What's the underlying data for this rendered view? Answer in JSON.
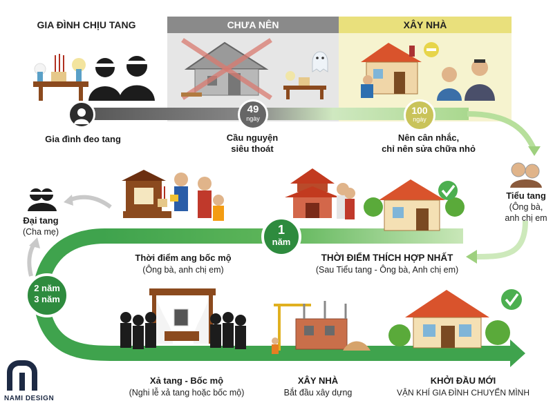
{
  "colors": {
    "green": "#3fa34d",
    "dark_green": "#2e7d32",
    "gray_band": "#e6e6e6",
    "gray_dark": "#7a7a7a",
    "yellow_band": "#f6f3cf",
    "red_roof": "#d9532c"
  },
  "header": {
    "col1": "GIA ĐÌNH CHỊU TANG",
    "col2": "CHƯA NÊN",
    "col3": "XÂY NHÀ"
  },
  "milestones": {
    "m49_num": "49",
    "m49_unit": "ngày",
    "m100_num": "100",
    "m100_unit": "ngày",
    "year1_num": "1",
    "year1_unit": "năm",
    "year23_a": "2 năm",
    "year23_b": "3 năm"
  },
  "labels": {
    "family_mourning": "Gia đình đeo tang",
    "pray_1": "Cầu nguyện",
    "pray_2": "siêu thoát",
    "consider_1": "Nên cân nhắc,",
    "consider_2": "chỉ nên sửa chữa nhỏ",
    "tieu_tang": "Tiểu tang",
    "tieu_tang_sub1": "(Ông bà,",
    "tieu_tang_sub2": "anh chị em",
    "dai_tang": "Đại tang",
    "dai_tang_sub": "(Cha mẹ)",
    "ang_title": "Thời điểm ang bốc mộ",
    "ang_sub": "(Ông bà, anh chị em)",
    "best_title": "THỜI ĐIỂM THÍCH HỢP NHẤT",
    "best_sub": "(Sau Tiểu tang - Ông bà, Anh chị em)",
    "xa_tang_title": "Xả tang - Bốc mộ",
    "xa_tang_sub": "(Nghi lễ xả tang hoặc bốc mộ)",
    "build_title": "XÂY NHÀ",
    "build_sub": "Bắt đầu xây dựng",
    "new_title": "KHỞI ĐẦU MỚI",
    "new_sub": "VẬN KHÍ GIA ĐÌNH CHUYỂN MÌNH"
  },
  "brand": {
    "name": "NAMI DESIGN"
  },
  "icons": {
    "person": "person-icon",
    "check": "check-icon",
    "minus": "minus-icon",
    "logo": "nami-logo-icon"
  }
}
